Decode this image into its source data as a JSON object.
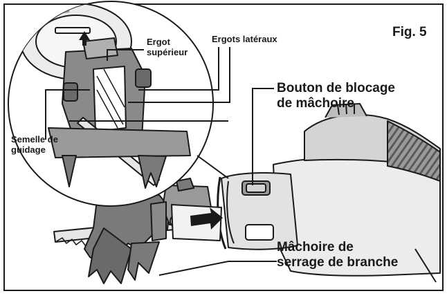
{
  "figure_label": "Fig. 5",
  "callouts": {
    "ergot_superieur": [
      "Ergot",
      "supérieur"
    ],
    "ergots_lateraux": "Ergots latéraux",
    "semelle_guidage": [
      "Semelle de",
      "guidage"
    ],
    "bouton_blocage": [
      "Bouton de blocage",
      "de mâchoire"
    ],
    "machoire_serrage": [
      "Mâchoire de",
      "serrage de branche"
    ]
  },
  "colors": {
    "outline": "#1a1a1a",
    "dark_part": "#7a7a7a",
    "light_part": "#d4d4d4",
    "tool_body": "#ececec"
  }
}
